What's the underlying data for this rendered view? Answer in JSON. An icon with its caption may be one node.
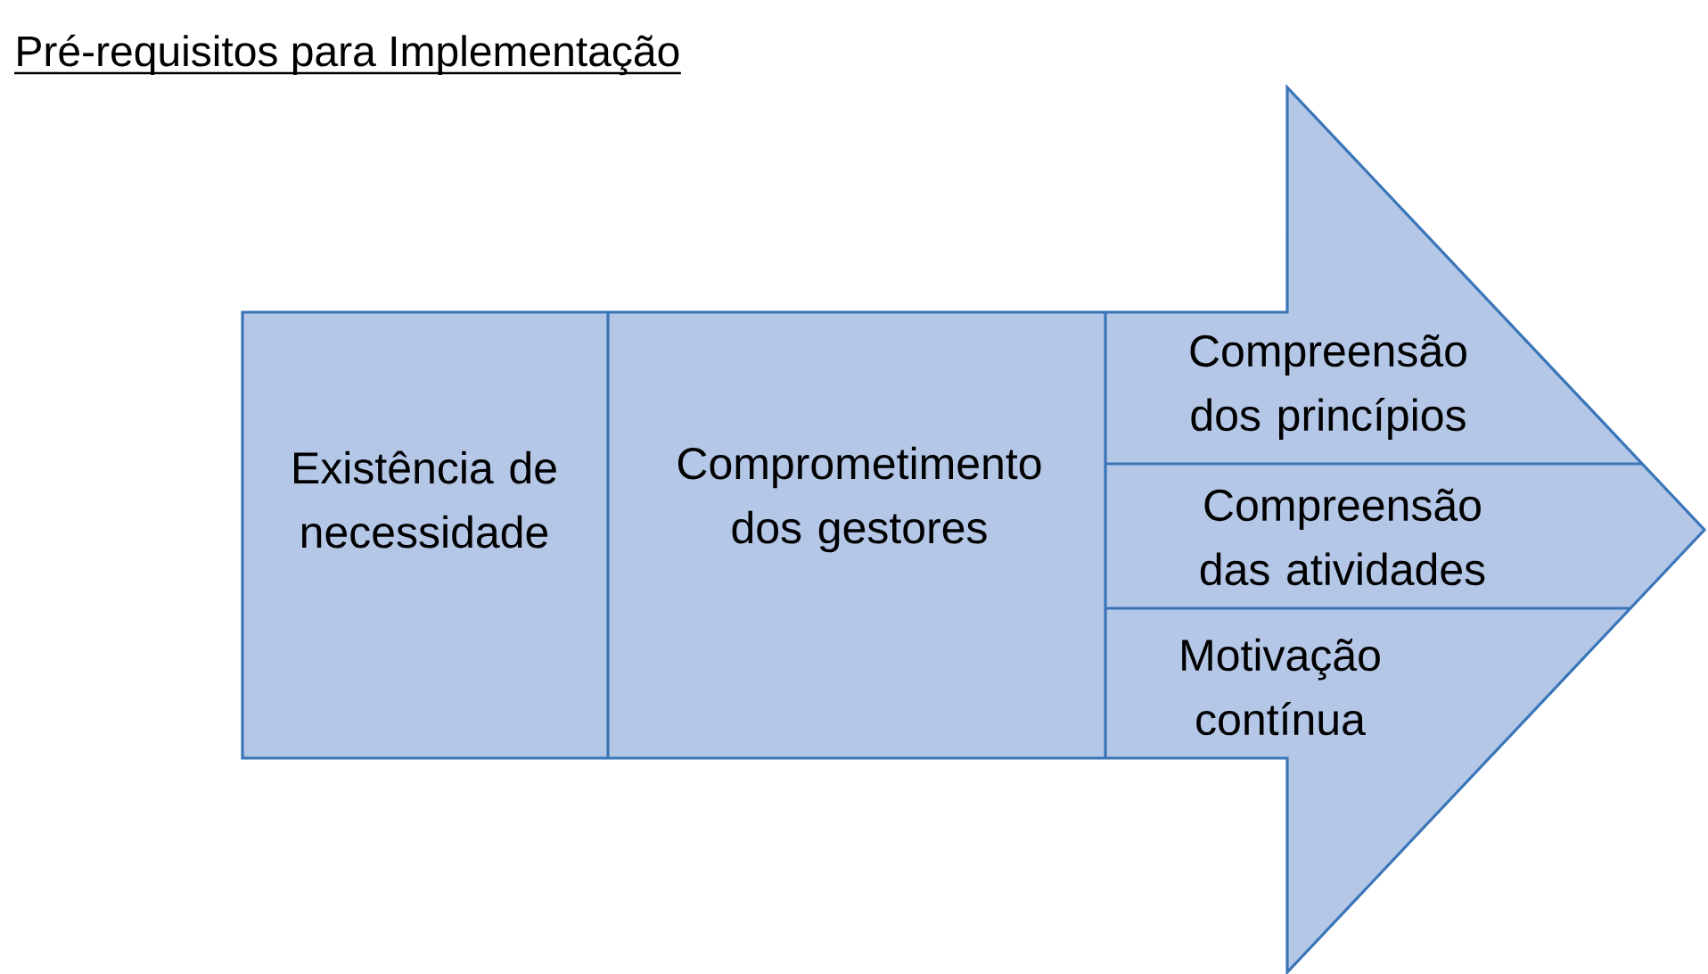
{
  "diagram": {
    "title": "Pré-requisitos para Implementação",
    "nodes": [
      {
        "text": [],
        "shape": "arrow"
      },
      {
        "text": [
          "Existência de necessidade"
        ],
        "in": 0
      },
      {
        "text": [
          "Comprometimento dos gestores"
        ],
        "in": 0
      },
      {
        "text": [
          "Compreensão dos princípios"
        ],
        "in": 0
      },
      {
        "text": [
          "Compreensão das atividades"
        ],
        "in": 0
      },
      {
        "text": [
          "Motivação contínua"
        ],
        "in": 0
      }
    ]
  }
}
